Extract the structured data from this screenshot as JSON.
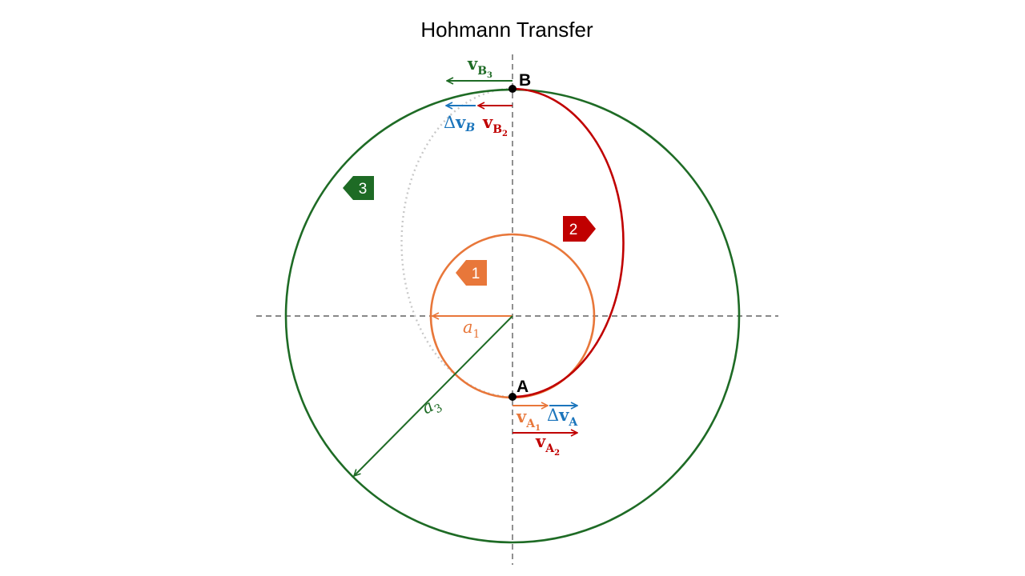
{
  "title": "Hohmann Transfer",
  "colors": {
    "orbit1": "#e8773a",
    "orbit2": "#c00000",
    "orbit3": "#1e6b25",
    "delta": "#1b75bc",
    "axis": "#606060",
    "dotted": "#c8c8c8"
  },
  "points": {
    "A": "A",
    "B": "B"
  },
  "tags": {
    "orbit1": "1",
    "orbit2": "2",
    "orbit3": "3"
  },
  "radii": {
    "a1": {
      "sym": "a",
      "sub": "1"
    },
    "a3": {
      "sym": "a",
      "sub": "3"
    }
  },
  "velocities": {
    "vA1": {
      "sym": "v",
      "sub": "A",
      "subsub": "1"
    },
    "dvA": {
      "delta": "Δ",
      "sym": "v",
      "sub": "A"
    },
    "vA2": {
      "sym": "v",
      "sub": "A",
      "subsub": "2"
    },
    "vB3": {
      "sym": "v",
      "sub": "B",
      "subsub": "3"
    },
    "dvB": {
      "delta": "Δ",
      "sym": "v",
      "sub": "B"
    },
    "vB2": {
      "sym": "v",
      "sub": "B",
      "subsub": "2"
    }
  }
}
